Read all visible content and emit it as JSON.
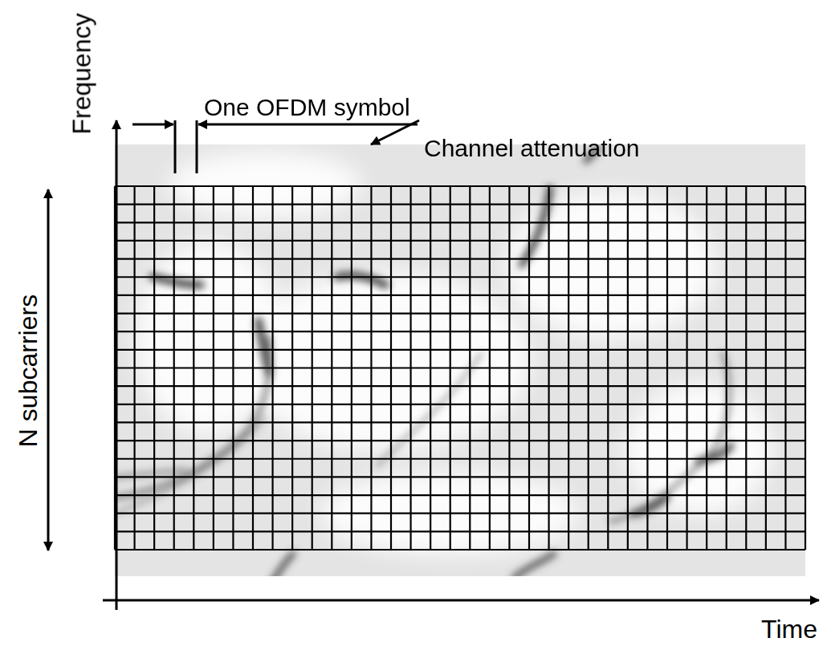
{
  "diagram": {
    "labels": [
      "Frequency",
      "One OFDM symbol",
      "Channel attenuation",
      "N subcarriers",
      "Time"
    ]
  }
}
